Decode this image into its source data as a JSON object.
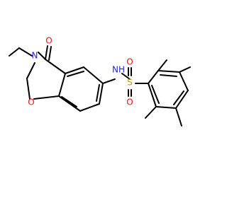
{
  "molecule": {
    "atoms": {
      "n_ring": {
        "label": "N",
        "color": "#1f1fff"
      },
      "o_carbonyl": {
        "label": "O",
        "color": "#ff0d0d"
      },
      "o_ring": {
        "label": "O",
        "color": "#ff0d0d"
      },
      "nh": {
        "label": "NH",
        "color": "#1f1fff"
      },
      "s": {
        "label": "S",
        "color": "#b6a400"
      },
      "o_s_top": {
        "label": "O",
        "color": "#ff0d0d"
      },
      "o_s_bottom": {
        "label": "O",
        "color": "#ff0d0d"
      }
    }
  }
}
